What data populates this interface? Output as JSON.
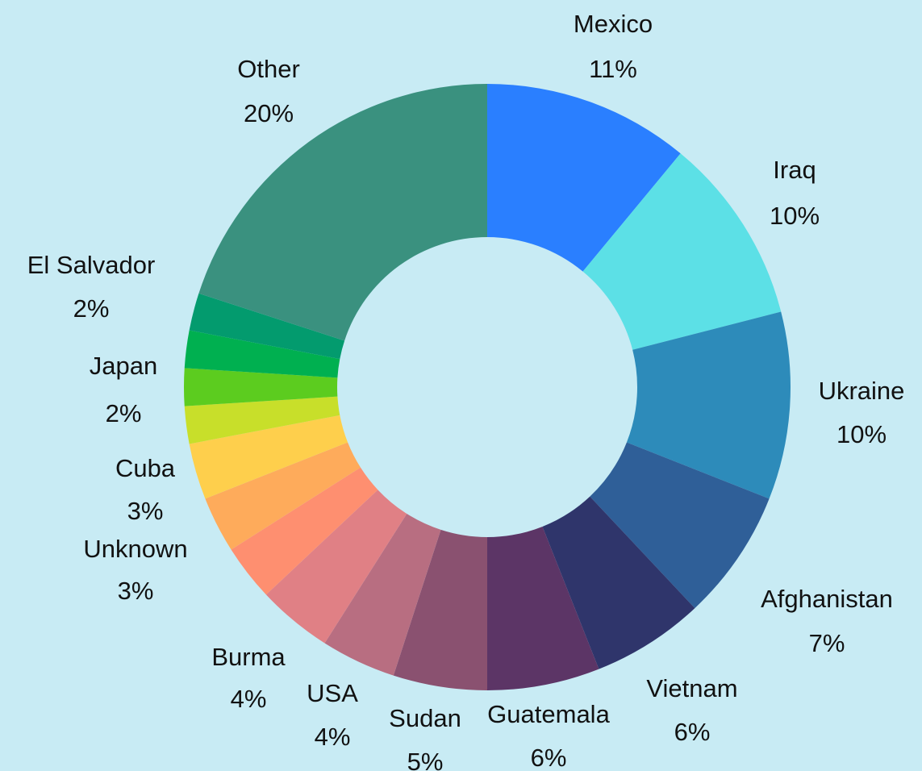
{
  "chart_data": {
    "type": "pie",
    "donut": true,
    "title": "",
    "background": "#c8ebf4",
    "slices": [
      {
        "label": "Mexico",
        "value": 11,
        "value_label": "11%",
        "color": "#2a7fff"
      },
      {
        "label": "Iraq",
        "value": 10,
        "value_label": "10%",
        "color": "#5ce0e6"
      },
      {
        "label": "Ukraine",
        "value": 10,
        "value_label": "10%",
        "color": "#2d8bba"
      },
      {
        "label": "Afghanistan",
        "value": 7,
        "value_label": "7%",
        "color": "#2f5f98"
      },
      {
        "label": "Vietnam",
        "value": 6,
        "value_label": "6%",
        "color": "#2f356b"
      },
      {
        "label": "Guatemala",
        "value": 6,
        "value_label": "6%",
        "color": "#5c3566"
      },
      {
        "label": "Sudan",
        "value": 5,
        "value_label": "5%",
        "color": "#8a5170"
      },
      {
        "label": "USA",
        "value": 4,
        "value_label": "4%",
        "color": "#b86e81"
      },
      {
        "label": "Burma",
        "value": 4,
        "value_label": "4%",
        "color": "#e08085"
      },
      {
        "label": "",
        "value": 3,
        "value_label": "",
        "color": "#fe8f70"
      },
      {
        "label": "Unknown",
        "value": 3,
        "value_label": "3%",
        "color": "#feab5b"
      },
      {
        "label": "Cuba",
        "value": 3,
        "value_label": "3%",
        "color": "#fecf4c"
      },
      {
        "label": "",
        "value": 2,
        "value_label": "",
        "color": "#c8df2a"
      },
      {
        "label": "",
        "value": 2,
        "value_label": "",
        "color": "#5ccc1f"
      },
      {
        "label": "Japan",
        "value": 2,
        "value_label": "2%",
        "color": "#00b050"
      },
      {
        "label": "El Salvador",
        "value": 2,
        "value_label": "2%",
        "color": "#039b6e"
      },
      {
        "label": "Other",
        "value": 20,
        "value_label": "20%",
        "color": "#3a917f"
      }
    ]
  }
}
